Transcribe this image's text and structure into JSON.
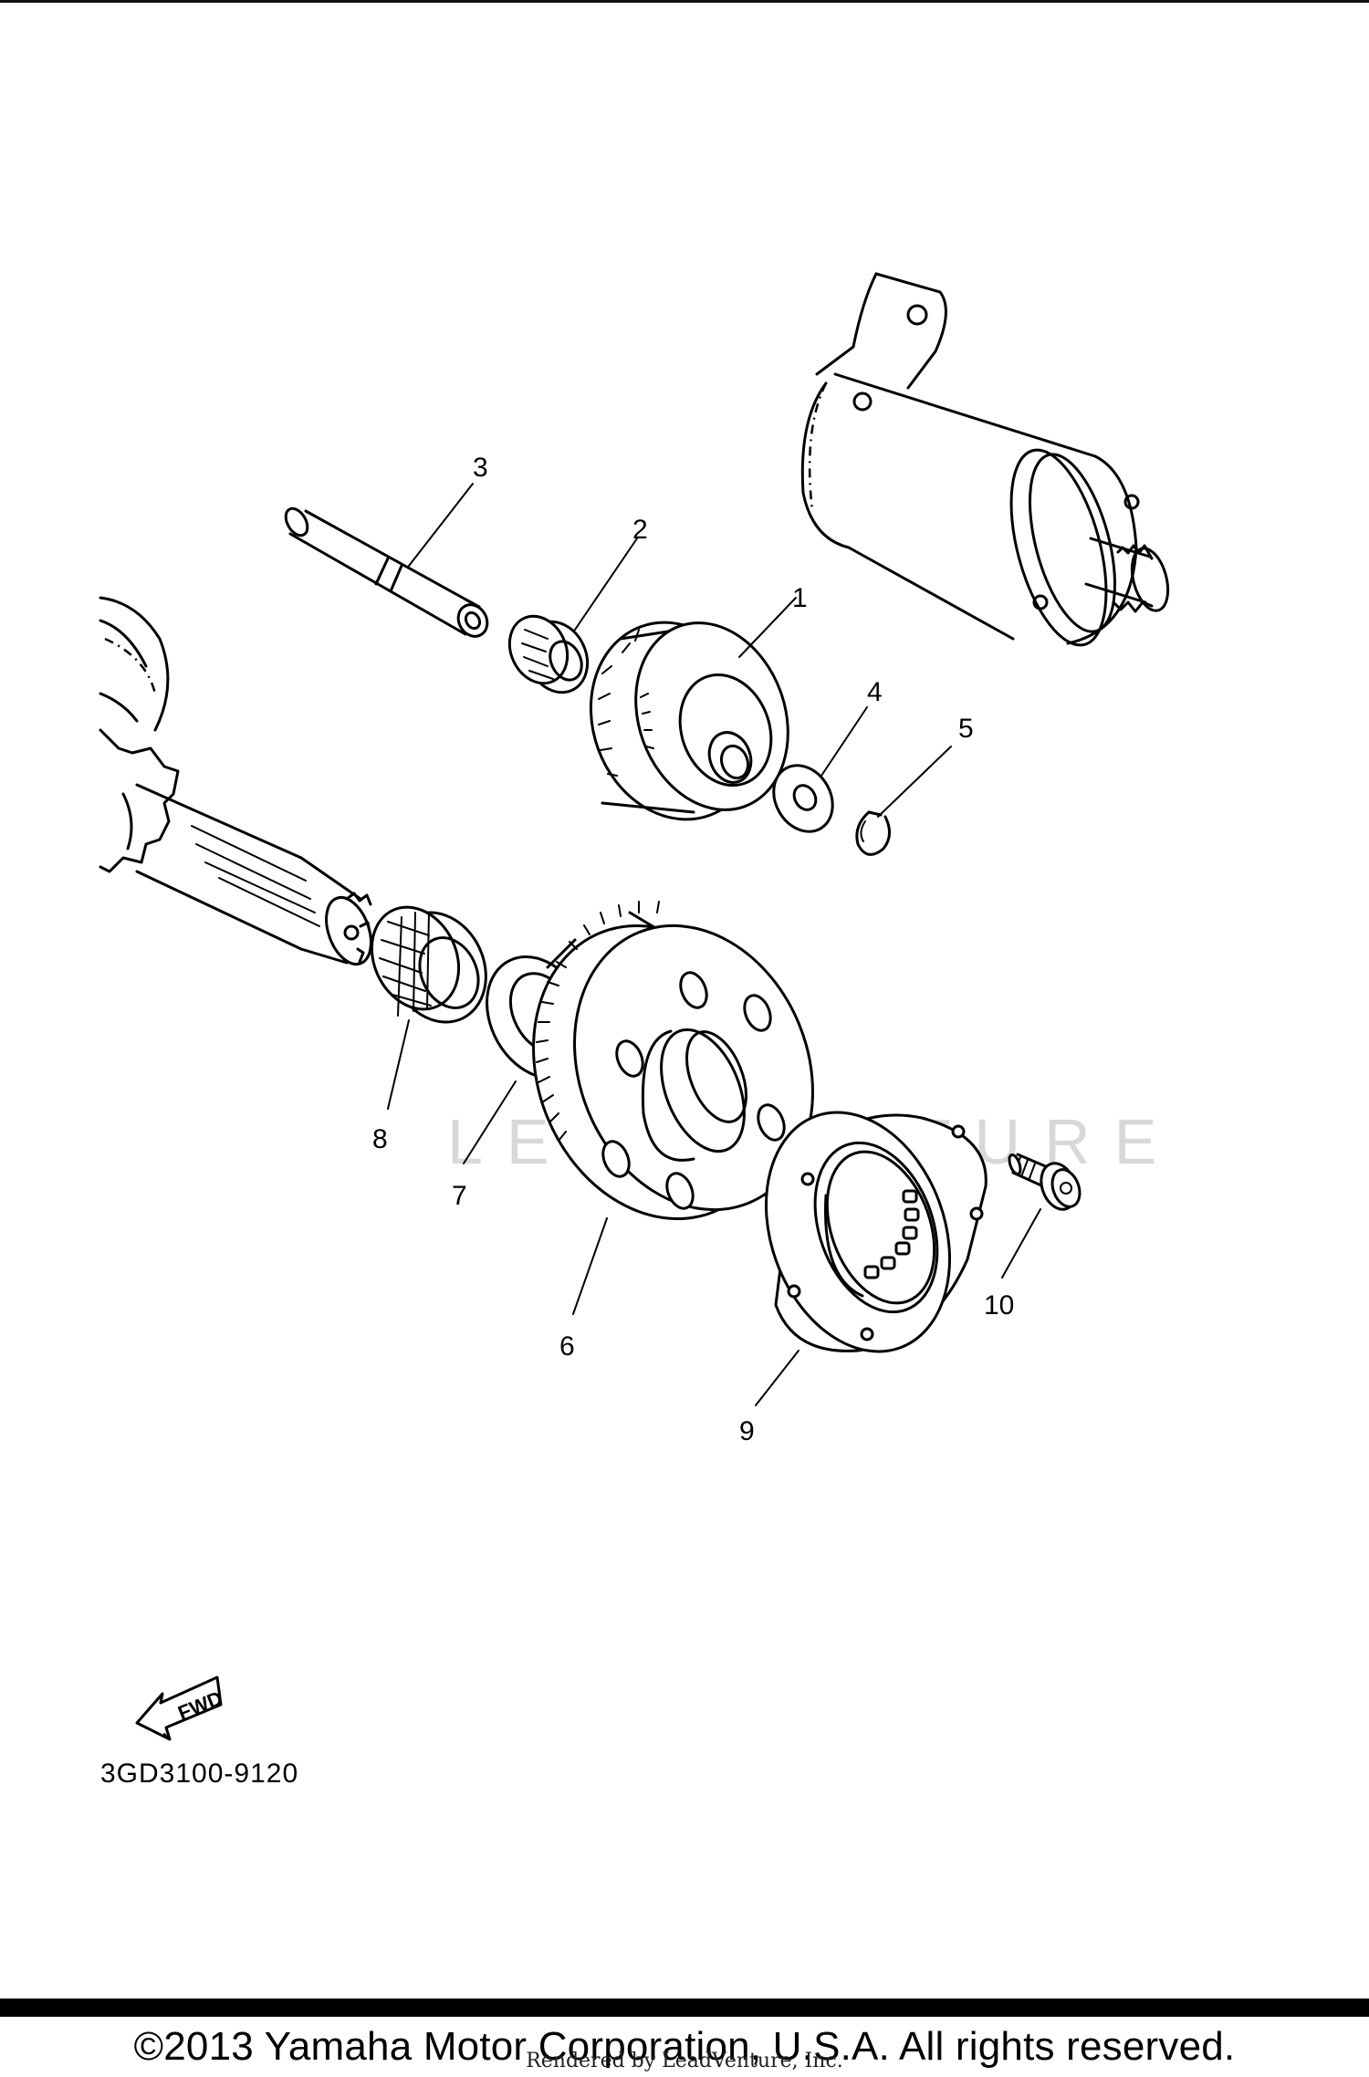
{
  "diagram": {
    "callouts": [
      {
        "id": "1",
        "label": "1"
      },
      {
        "id": "2",
        "label": "2"
      },
      {
        "id": "3",
        "label": "3"
      },
      {
        "id": "4",
        "label": "4"
      },
      {
        "id": "5",
        "label": "5"
      },
      {
        "id": "6",
        "label": "6"
      },
      {
        "id": "7",
        "label": "7"
      },
      {
        "id": "8",
        "label": "8"
      },
      {
        "id": "9",
        "label": "9"
      },
      {
        "id": "10",
        "label": "10"
      }
    ],
    "fwd_label": "FWD",
    "part_number": "3GD3100-9120",
    "watermark": "LEADVENTURE"
  },
  "footer": {
    "copyright": "©2013 Yamaha Motor Corporation, U.S.A. All rights reserved.",
    "rendered_by": "Rendered by LeadVenture, Inc."
  }
}
